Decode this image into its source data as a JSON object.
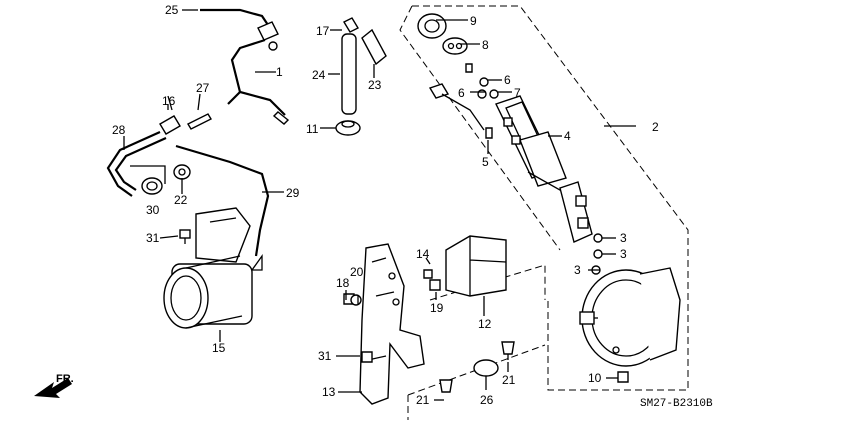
{
  "callouts": {
    "c1": "1",
    "c2": "2",
    "c3a": "3",
    "c3b": "3",
    "c3c": "3",
    "c4": "4",
    "c5": "5",
    "c6a": "6",
    "c6b": "6",
    "c7": "7",
    "c8": "8",
    "c9": "9",
    "c10": "10",
    "c11": "11",
    "c12": "12",
    "c13": "13",
    "c14": "14",
    "c15": "15",
    "c16": "16",
    "c17": "17",
    "c18": "18",
    "c19": "19",
    "c20": "20",
    "c21a": "21",
    "c21b": "21",
    "c22": "22",
    "c23": "23",
    "c24": "24",
    "c25": "25",
    "c26": "26",
    "c27": "27",
    "c28": "28",
    "c29": "29",
    "c30": "30",
    "c31a": "31",
    "c31b": "31"
  },
  "direction_label": "FR.",
  "diagram_code": "SM27-B2310B"
}
